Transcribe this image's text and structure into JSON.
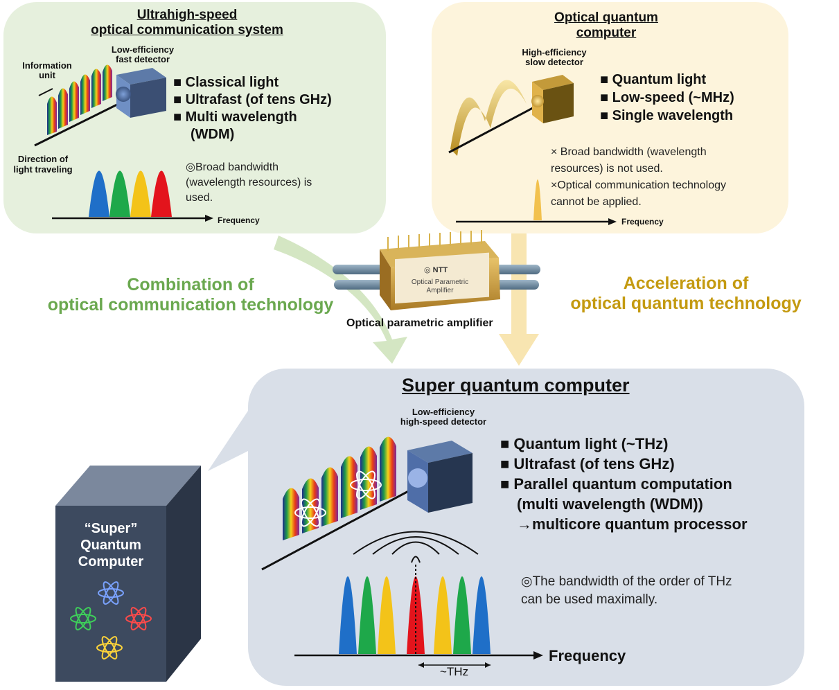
{
  "top_left": {
    "title_line1": "Ultrahigh-speed",
    "title_line2": "optical communication system",
    "detector_line1": "Low-efficiency",
    "detector_line2": "fast detector",
    "info_unit_line1": "Information",
    "info_unit_line2": "unit",
    "direction_line1": "Direction of",
    "direction_line2": "light traveling",
    "features": [
      "Classical light",
      "Ultrafast (of tens GHz)",
      "Multi wavelength",
      "(WDM)"
    ],
    "note_lines": [
      "◎Broad bandwidth",
      "(wavelength resources) is",
      "used."
    ],
    "axis_label": "Frequency"
  },
  "top_right": {
    "title_line1": "Optical quantum",
    "title_line2": "computer",
    "detector_line1": "High-efficiency",
    "detector_line2": "slow detector",
    "features": [
      "Quantum light",
      "Low-speed (~MHz)",
      "Single wavelength"
    ],
    "note_lines": [
      "× Broad bandwidth (wavelength",
      "resources) is not used.",
      "×Optical communication technology",
      "cannot be applied."
    ],
    "axis_label": "Frequency"
  },
  "middle": {
    "left_heading_line1": "Combination of",
    "left_heading_line2": "optical communication technology",
    "right_heading_line1": "Acceleration of",
    "right_heading_line2": "optical quantum technology",
    "device_brand": "NTT",
    "device_label_line1": "Optical Parametric",
    "device_label_line2": "Amplifier",
    "device_caption": "Optical parametric amplifier"
  },
  "bottom": {
    "title": "Super quantum computer",
    "detector_line1": "Low-efficiency",
    "detector_line2": "high-speed detector",
    "features": [
      "Quantum light (~THz)",
      "Ultrafast (of tens GHz)",
      "Parallel quantum computation"
    ],
    "feature_sub_lines": [
      "(multi wavelength (WDM))",
      "→multicore quantum processor"
    ],
    "note_lines": [
      "◎The bandwidth of the order of THz",
      "can be used maximally."
    ],
    "axis_label": "Frequency",
    "thz_label": "~THz",
    "box_label_lines": [
      "“Super”",
      "Quantum",
      "Computer"
    ]
  },
  "colors": {
    "panel_green": "#e6f0dd",
    "panel_yellow": "#fdf4dc",
    "panel_blue": "#d9dfe8",
    "heading_green": "#6aa84f",
    "heading_gold": "#c49a10",
    "arrow_green": "#cfe3bd",
    "arrow_yellow": "#f7e2a8",
    "box_face": "#3d4a5f"
  }
}
